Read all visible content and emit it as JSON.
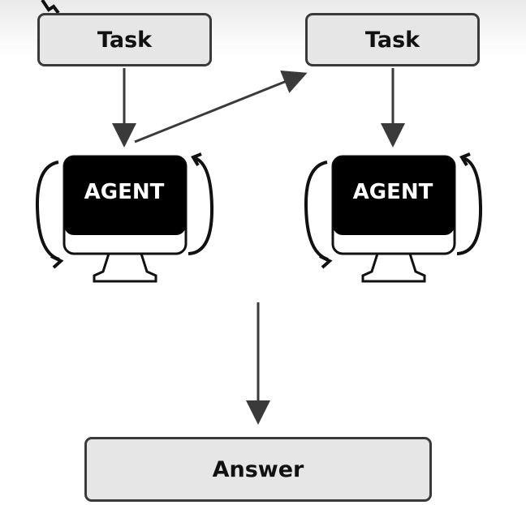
{
  "nodes": {
    "task_left": "Task",
    "task_right": "Task",
    "agent_left": "AGENT",
    "agent_right": "AGENT",
    "answer": "Answer"
  },
  "colors": {
    "box_fill": "#e6e6e6",
    "stroke": "#3a3a3a",
    "screen": "#000000"
  }
}
